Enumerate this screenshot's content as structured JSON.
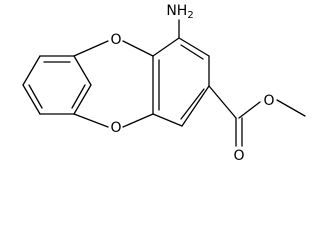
{
  "atoms": {
    "ring_o_top": "O",
    "ring_o_bottom": "O",
    "amine": "NH",
    "amine_subscript": "2",
    "carbonyl_o": "O",
    "ester_o": "O"
  }
}
